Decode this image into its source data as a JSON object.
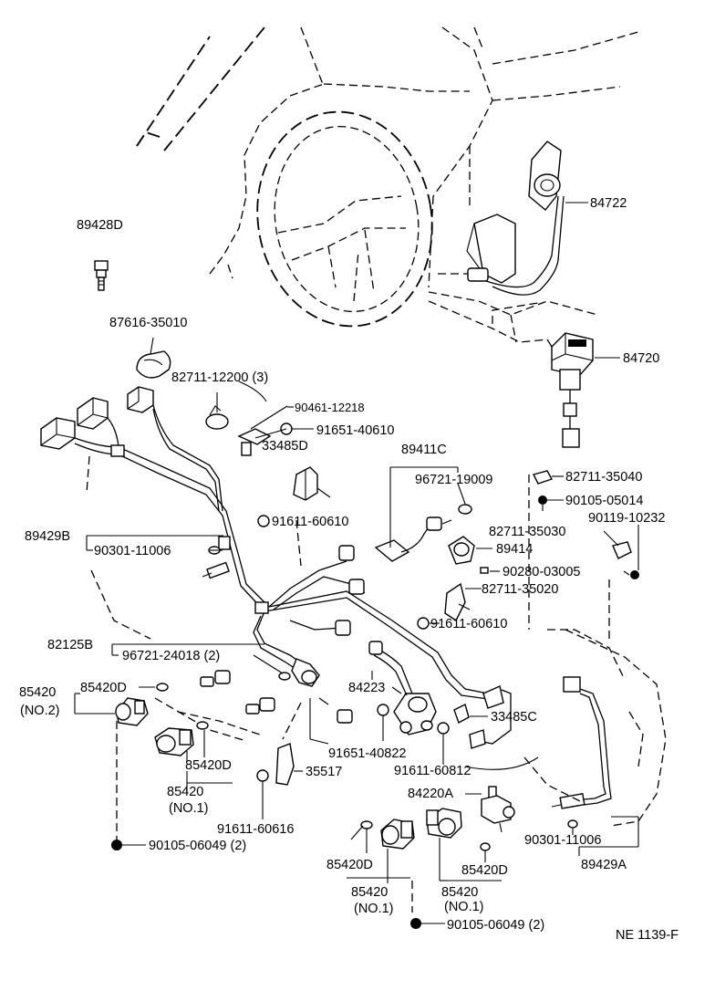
{
  "labels": {
    "p89428D": "89428D",
    "p87616": "87616-35010",
    "p82711_12200": "82711-12200 (3)",
    "p90461": "90461-12218",
    "p91651_40610": "91651-40610",
    "p33485D": "33485D",
    "p89411C": "89411C",
    "p96721_19009": "96721-19009",
    "p82711_35040": "82711-35040",
    "p90105_05014": "90105-05014",
    "p90119": "90119-10232",
    "p89429B": "89429B",
    "p90301_b": "90301-11006",
    "p91611_60610a": "91611-60610",
    "p82711_35030": "82711-35030",
    "p89414": "89414",
    "p90280": "90280-03005",
    "p82711_35020": "82711-35020",
    "p91611_60610b": "91611-60610",
    "p82125B": "82125B",
    "p96721_24018": "96721-24018 (2)",
    "p85420_left": "85420",
    "p85420_left_no": "(NO.2)",
    "p85420D_a": "85420D",
    "p84223": "84223",
    "p33485C": "33485C",
    "p85420D_b": "85420D",
    "p85420_no1a": "85420",
    "p85420_no1a_no": "(NO.1)",
    "p91651_40822": "91651-40822",
    "p91611_60812": "91611-60812",
    "p35517": "35517",
    "p91611_60616": "91611-60616",
    "p84220A": "84220A",
    "p90105_06049a": "90105-06049 (2)",
    "p90301_a": "90301-11006",
    "p89429A": "89429A",
    "p85420D_c": "85420D",
    "p85420D_d": "85420D",
    "p85420_no1b": "85420",
    "p85420_no1b_no": "(NO.1)",
    "p85420_no1c": "85420",
    "p85420_no1c_no": "(NO.1)",
    "p90105_06049b": "90105-06049 (2)",
    "p84722": "84722",
    "p84720": "84720",
    "ref": "NE 1139-F"
  }
}
